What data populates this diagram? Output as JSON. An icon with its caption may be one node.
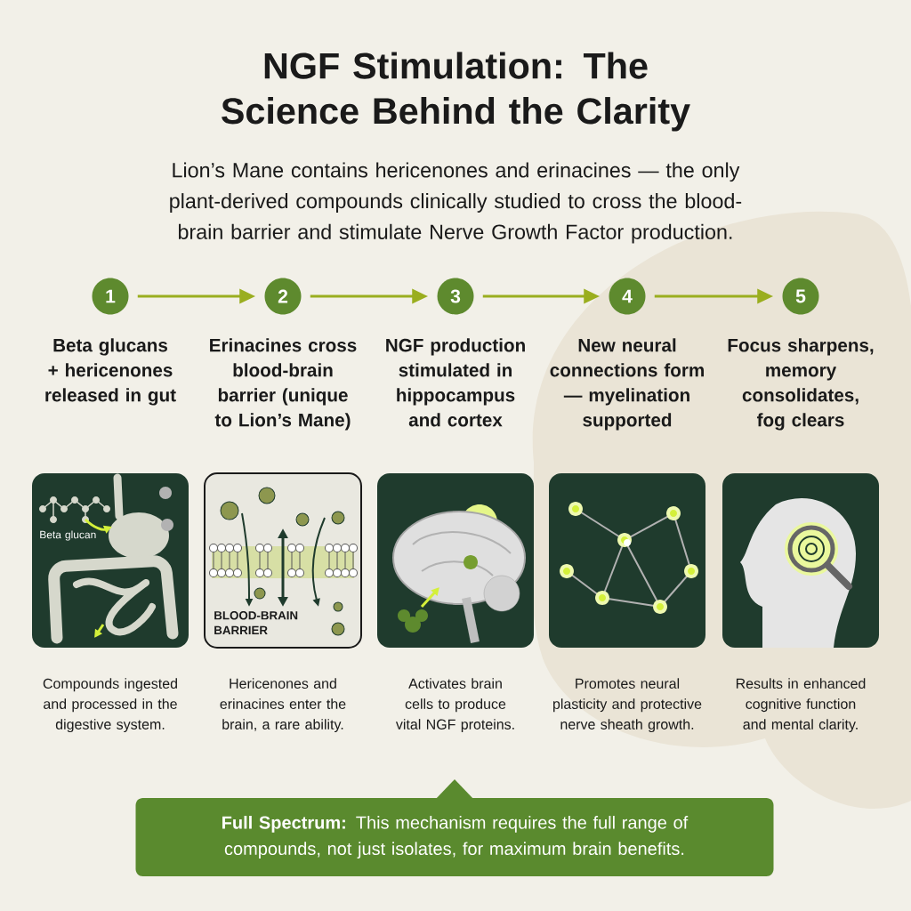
{
  "diagram": {
    "title": "NGF Stimulation: The Science Behind the Clarity",
    "nodes": [
      {
        "text": [
          "1"
        ],
        "beside": [
          "Beta glucans + hericenones released in gut"
        ]
      },
      {
        "text": [
          "2"
        ],
        "beside": [
          "Erinacines cross blood-brain barrier (unique to Lion’s Mane)"
        ]
      },
      {
        "text": [
          "3"
        ],
        "beside": [
          "NGF production stimulated in hippocampus and cortex"
        ]
      },
      {
        "text": [
          "4"
        ],
        "beside": [
          "New neural connections form — myelination supported"
        ]
      },
      {
        "text": [
          "5"
        ],
        "beside": [
          "Focus sharpens, memory consolidates, fog clears"
        ]
      },
      {
        "text": [
          "Beta glucan"
        ],
        "beside": [
          "Compounds ingested and processed in the digestive system."
        ]
      },
      {
        "text": [
          "BLOOD-BRAIN BARRIER"
        ],
        "beside": [
          "Hericenones and erinacines enter the brain, a rare ability."
        ]
      },
      {
        "text": [],
        "shape": "picture",
        "beside": [
          "Activates brain cells to produce vital NGF proteins."
        ]
      },
      {
        "text": [],
        "shape": "picture",
        "beside": [
          "Promotes neural plasticity and protective nerve sheath growth."
        ]
      },
      {
        "text": [],
        "shape": "picture",
        "beside": [
          "Results in enhanced cognitive function and mental clarity."
        ]
      },
      {
        "text": [
          "**Full Spectrum:** This mechanism requires the full range of compounds, not just isolates, for maximum brain benefits."
        ]
      }
    ],
    "edges": [
      {
        "from": 0,
        "to": 1,
        "arrow": "to"
      },
      {
        "from": 1,
        "to": 2,
        "arrow": "to"
      },
      {
        "from": 2,
        "to": 3,
        "arrow": "to"
      },
      {
        "from": 3,
        "to": 4,
        "arrow": "to"
      }
    ],
    "labels": [
      "Lion’s Mane contains hericenones and erinacines — the only plant-derived compounds clinically studied to cross the blood-brain barrier and stimulate Nerve Growth Factor production."
    ]
  }
}
